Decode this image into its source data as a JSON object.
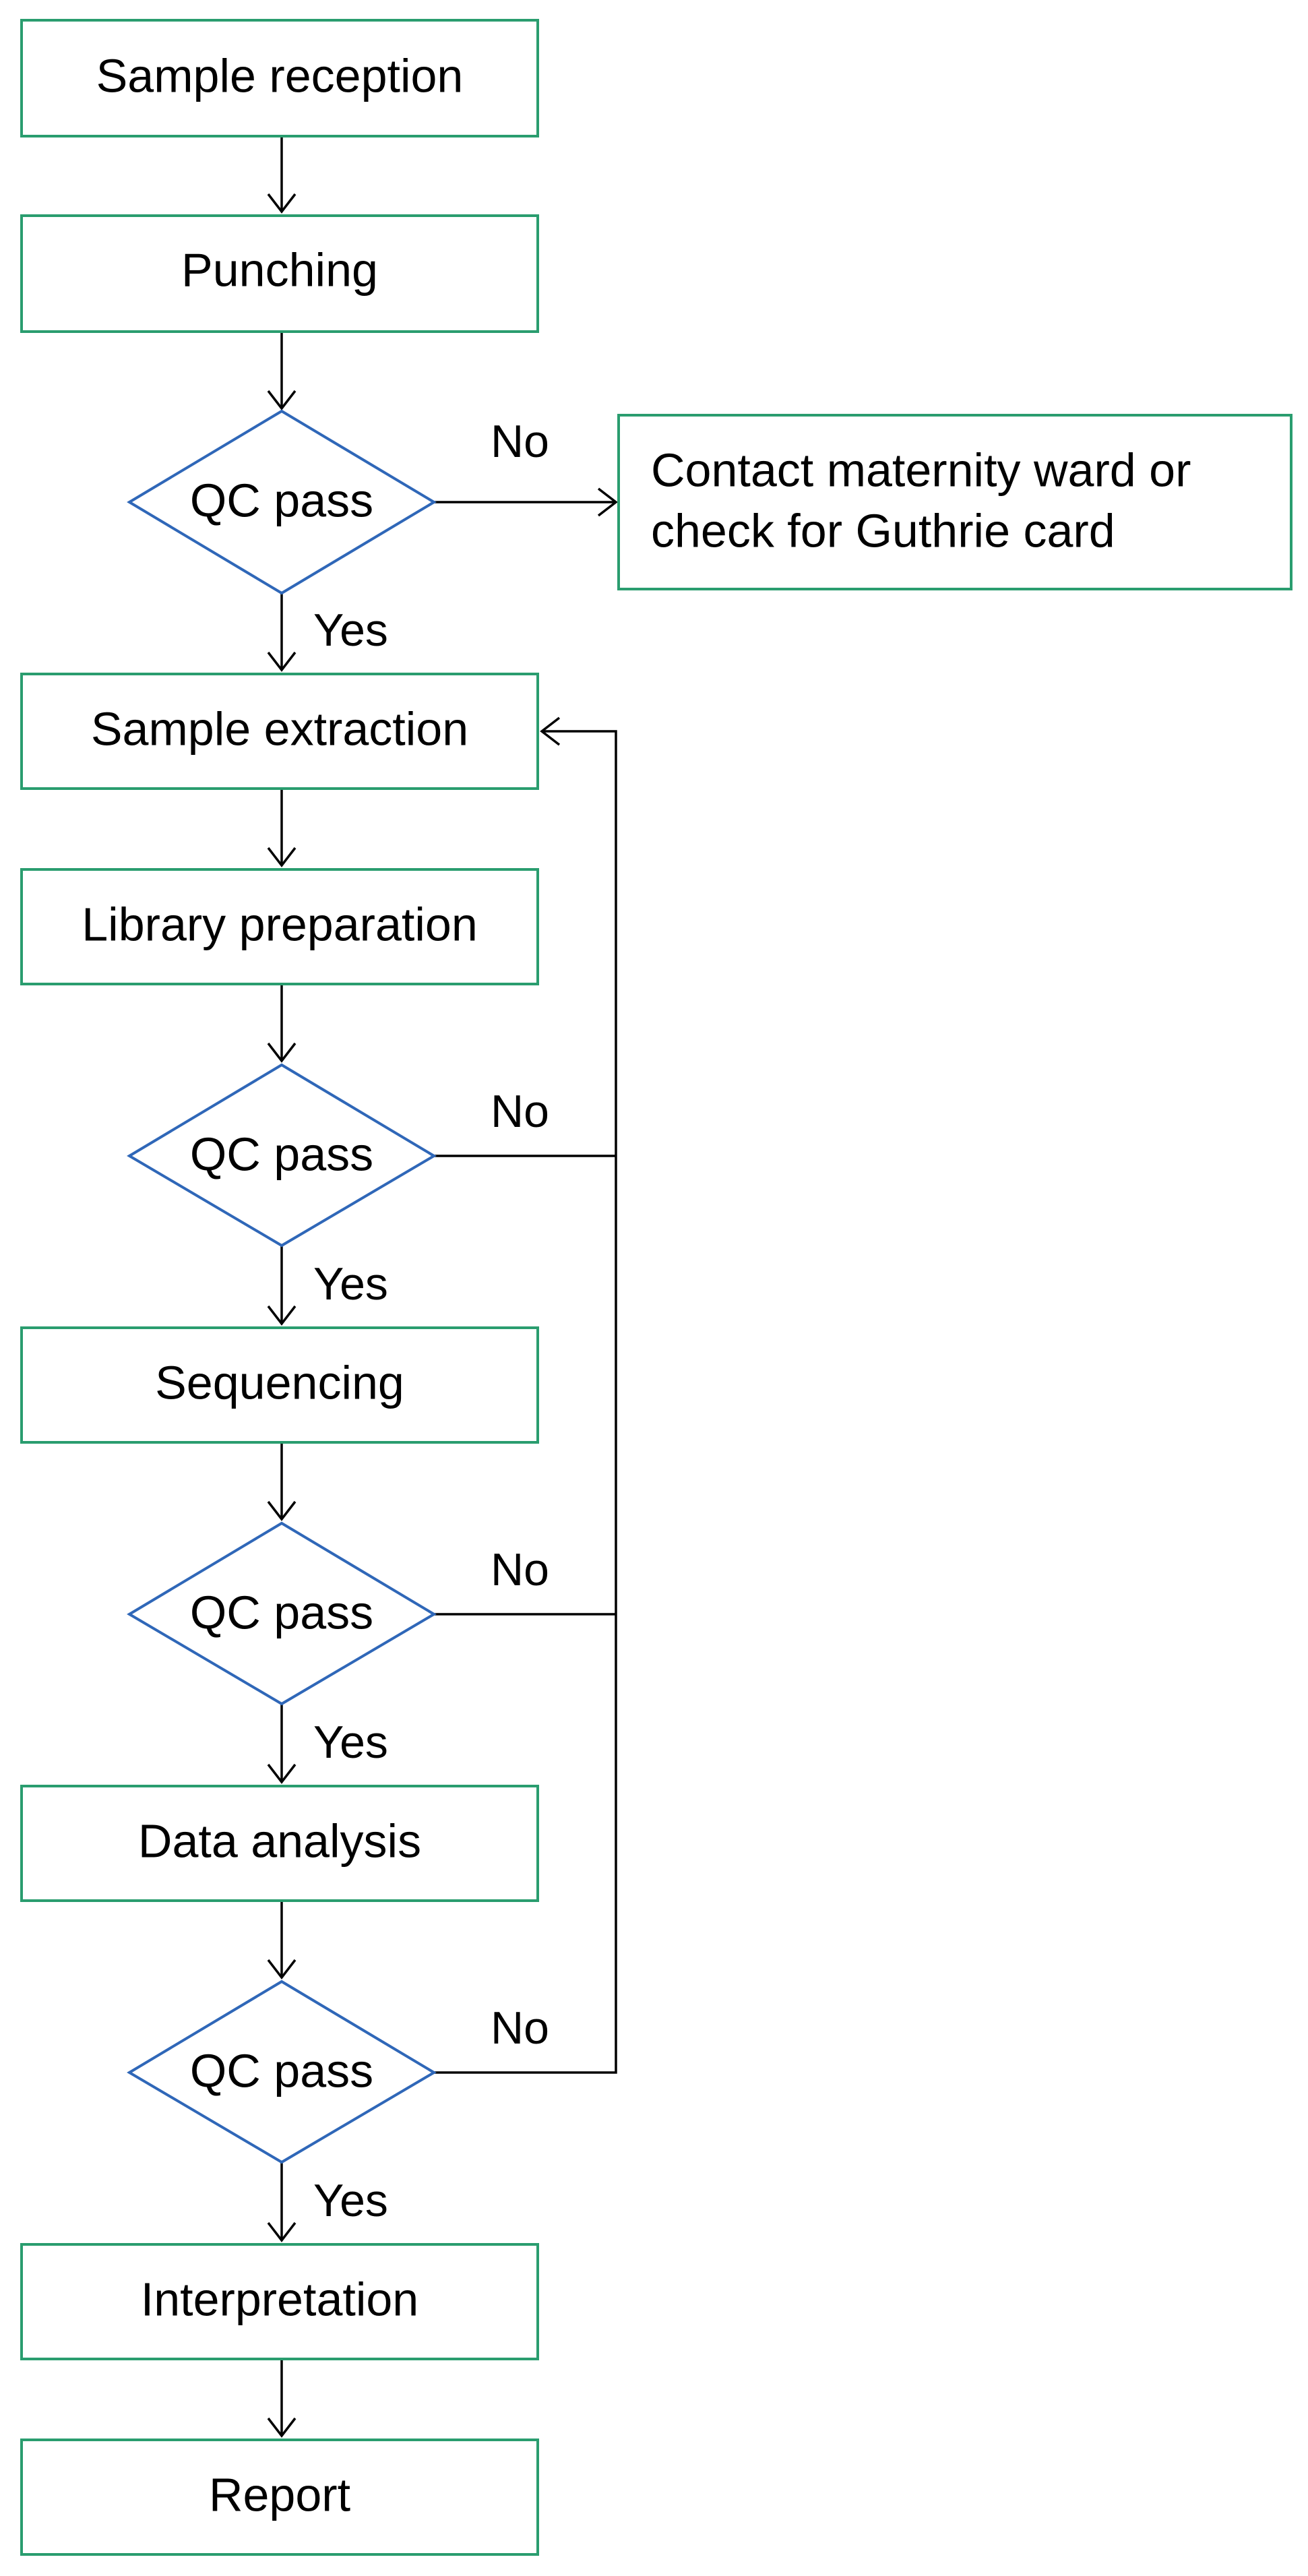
{
  "colors": {
    "process_border": "#2a9d6f",
    "decision_border": "#2f67b8",
    "line": "#000000",
    "text": "#000000"
  },
  "nodes": {
    "sample_reception": "Sample reception",
    "punching": "Punching",
    "qc1": "QC pass",
    "contact": [
      "Contact maternity ward or",
      "check for Guthrie card"
    ],
    "sample_extraction": "Sample extraction",
    "library_preparation": "Library preparation",
    "qc2": "QC pass",
    "sequencing": "Sequencing",
    "qc3": "QC pass",
    "data_analysis": "Data analysis",
    "qc4": "QC pass",
    "interpretation": "Interpretation",
    "report": "Report"
  },
  "edge_labels": {
    "yes": "Yes",
    "no": "No"
  }
}
